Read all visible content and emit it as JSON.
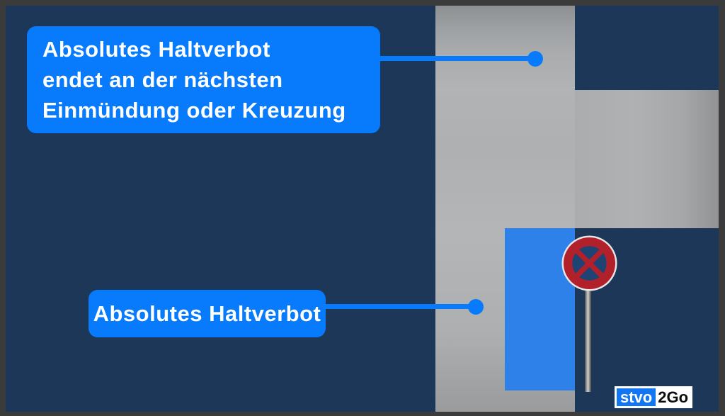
{
  "palette": {
    "frame": "#3b3b3b",
    "background_navy": "#1d3758",
    "road_gray": "#afb0b2",
    "no_stopping_zone_blue": "#2d81e8",
    "callout_blue": "#077bfc",
    "callout_text": "#ffffff",
    "sign_red": "#b2212b",
    "sign_inner_blue": "#1f4474",
    "sign_rim_white": "#e6e6e6",
    "logo_blue": "#1276f2"
  },
  "callouts": {
    "top": {
      "line1": "Absolutes Haltverbot",
      "line2": "endet an der nächsten",
      "line3": "Einmündung oder Kreuzung"
    },
    "bottom": {
      "label": "Absolutes Haltverbot"
    }
  },
  "logo": {
    "prefix": "stvo",
    "suffix": "2Go"
  }
}
